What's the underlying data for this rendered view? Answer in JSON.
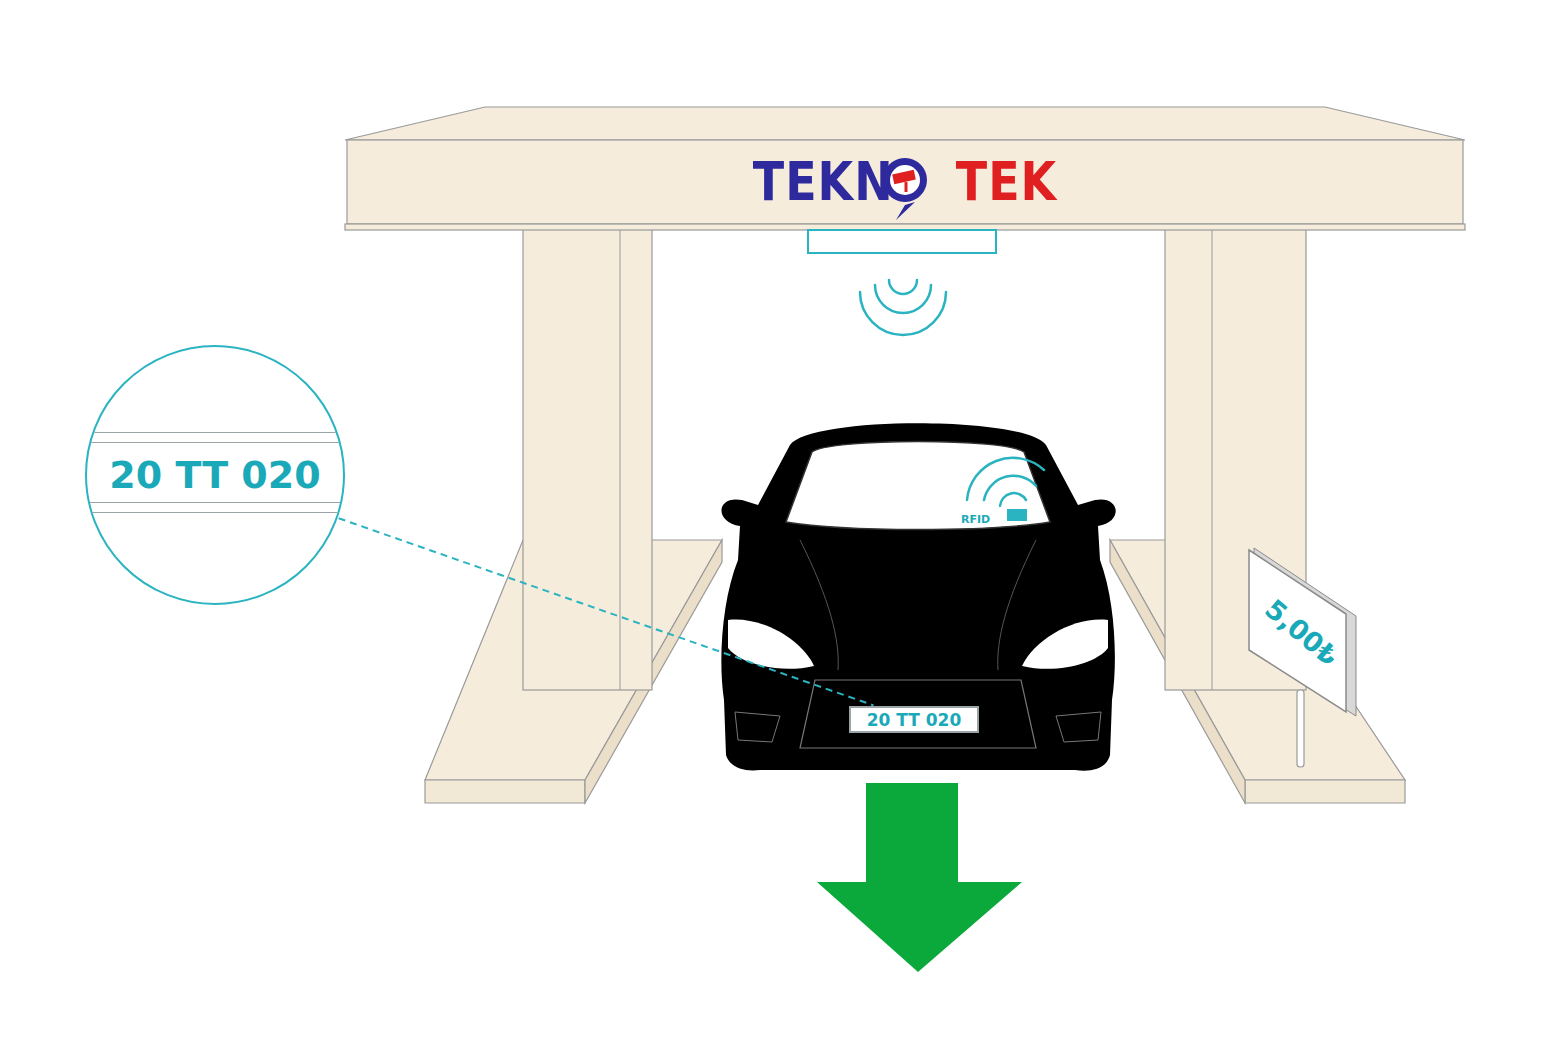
{
  "diagram": {
    "nodes": [
      {
        "text": [
          "TEKN",
          "TEK"
        ]
      },
      {
        "text": [
          "20 TT 020"
        ]
      },
      {
        "text": [
          "20 TT 020"
        ]
      },
      {
        "text": [
          "5,00₺"
        ]
      }
    ],
    "edges": [
      {
        "from": 1,
        "to": 2,
        "arrow": "none"
      }
    ],
    "labels": [
      "RFID"
    ]
  }
}
